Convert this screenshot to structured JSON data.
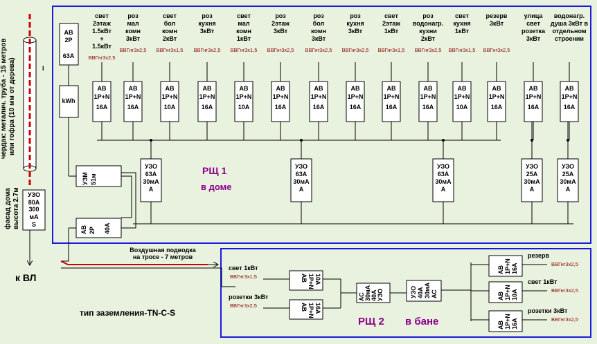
{
  "left": {
    "ground_type": "тип заземления-TN-C-S",
    "to_line": "к ВЛ",
    "attic_note_lines": [
      "чердак:  металич. труба - 15  метров",
      "или гофра (10 мм от дерева)"
    ],
    "facade_note_lines": [
      "фасад дома",
      "высота 2.7м"
    ],
    "facade_uzo": [
      "УЗО",
      "80А",
      "300",
      "мА",
      "S"
    ],
    "mark_i": "I"
  },
  "rsh1": {
    "title": "РЩ  1",
    "subtitle": "в доме",
    "main_breaker": [
      "АВ",
      "2Р",
      "63А"
    ],
    "meter": "kWh",
    "uzm": [
      "УЗМ",
      "51м"
    ],
    "input_breaker": [
      "АВ",
      "2Р",
      "40А"
    ],
    "uzo_groups": [
      {
        "lines": [
          "УЗО",
          "63А",
          "30мА",
          "А"
        ]
      },
      {
        "lines": [
          "УЗО",
          "63А",
          "30мА",
          "А"
        ]
      },
      {
        "lines": [
          "УЗО",
          "63А",
          "30мА",
          "А"
        ]
      },
      {
        "lines": [
          "УЗО",
          "25А",
          "30мА",
          "А"
        ]
      },
      {
        "lines": [
          "УЗО",
          "25А",
          "30мА",
          "А"
        ]
      }
    ],
    "circuits": [
      {
        "label": [
          "свет",
          "2этаж",
          "1.5кВт",
          "+",
          "1.5кВт"
        ],
        "cable": "ВВГнг3х2,5",
        "breaker": [
          "АВ",
          "1Р+N",
          "16А"
        ]
      },
      {
        "label": [
          "роз",
          "мал",
          "комн",
          "3кВт"
        ],
        "cable": "ВВГнг3х2,5",
        "breaker": [
          "АВ",
          "1Р+N",
          "16А"
        ]
      },
      {
        "label": [
          "свет",
          "бол",
          "комн",
          "2кВт"
        ],
        "cable": "ВВГнг3х1,5",
        "breaker": [
          "АВ",
          "1Р+N",
          "10А"
        ]
      },
      {
        "label": [
          "роз",
          "кухня",
          "3кВт"
        ],
        "cable": "ВВГнг3х2,5",
        "breaker": [
          "АВ",
          "1Р+N",
          "16А"
        ]
      },
      {
        "label": [
          "свет",
          "мал",
          "комн",
          "1кВт"
        ],
        "cable": "ВВГнг3х1,5",
        "breaker": [
          "АВ",
          "1Р+N",
          "10А"
        ]
      },
      {
        "label": [
          "роз",
          "2этаж",
          "3кВт"
        ],
        "cable": "ВВГнг3х2,5",
        "breaker": [
          "АВ",
          "1Р+N",
          "16А"
        ]
      },
      {
        "label": [
          "роз",
          "бол",
          "комн",
          "3кВт"
        ],
        "cable": "ВВГнг3х2,5",
        "breaker": [
          "АВ",
          "1Р+N",
          "16А"
        ]
      },
      {
        "label": [
          "роз",
          "кухня",
          "3кВт"
        ],
        "cable": "ВВГнг3х2,5",
        "breaker": [
          "АВ",
          "1Р+N",
          "16А"
        ]
      },
      {
        "label": [
          "свет",
          "2этаж",
          "1кВт"
        ],
        "cable": "ВВГнг3х1,5",
        "breaker": [
          "АВ",
          "1Р+N",
          "16А"
        ]
      },
      {
        "label": [
          "роз",
          "водонагр.",
          "кухни",
          "2кВт"
        ],
        "cable": "ВВГнг3х2,5",
        "breaker": [
          "АВ",
          "1Р+N",
          "16А"
        ]
      },
      {
        "label": [
          "свет",
          "кухня",
          "1кВт"
        ],
        "cable": "ВВГнг3х1,5",
        "breaker": [
          "АВ",
          "1Р+N",
          "10А"
        ]
      },
      {
        "label": [
          "резерв",
          "3кВт"
        ],
        "cable": "ВВГнг3х2,5",
        "breaker": [
          "АВ",
          "1Р+N",
          "16А"
        ]
      },
      {
        "label": [
          "улица",
          "свет",
          "розетка",
          "3кВт"
        ],
        "cable": "",
        "breaker": [
          "АВ",
          "1Р+N",
          "16А"
        ]
      },
      {
        "label": [
          "водонагр.",
          "душа 3кВт в",
          "отдельном",
          "строении"
        ],
        "cable": "",
        "breaker": [
          "АВ",
          "1Р+N",
          "16А"
        ]
      }
    ]
  },
  "overhead": {
    "lines": [
      "Воздушная подводка",
      "на тросе  - 7 метров"
    ]
  },
  "rsh2": {
    "title": "РЩ  2",
    "subtitle": "в бане",
    "uzo_main": [
      "УЗО",
      "40А",
      "30мА",
      "АС"
    ],
    "uzo_second": [
      "УЗО",
      "40А",
      "30мА",
      "АС"
    ],
    "left_circuits": [
      {
        "label": "свет 1кВт",
        "cable": "ВВГнг3х1,5",
        "breaker": [
          "АВ",
          "1Р+N",
          "10А"
        ]
      },
      {
        "label": "розетки 3кВт",
        "cable": "ВВГнг3х2,5",
        "breaker": [
          "АВ",
          "1Р+N",
          "16А"
        ]
      }
    ],
    "right_circuits": [
      {
        "label": "резерв",
        "cable": "ВВГнг3х2,5",
        "breaker": [
          "АВ",
          "1Р+N",
          "16А"
        ]
      },
      {
        "label": "свет 1кВт",
        "cable": "ВВГнг3х2,5",
        "breaker": [
          "АВ",
          "1Р+N",
          "10А"
        ]
      },
      {
        "label": "розетки 3кВт",
        "cable": "ВВГнг3х2,5",
        "breaker": [
          "АВ",
          "1Р+N",
          "16А"
        ]
      }
    ]
  },
  "colors": {
    "frame": "#1a1adc",
    "cable_text": "#8b0000",
    "title": "#8b008b",
    "background": "#e8f2de",
    "feeder": "#cc0000"
  }
}
